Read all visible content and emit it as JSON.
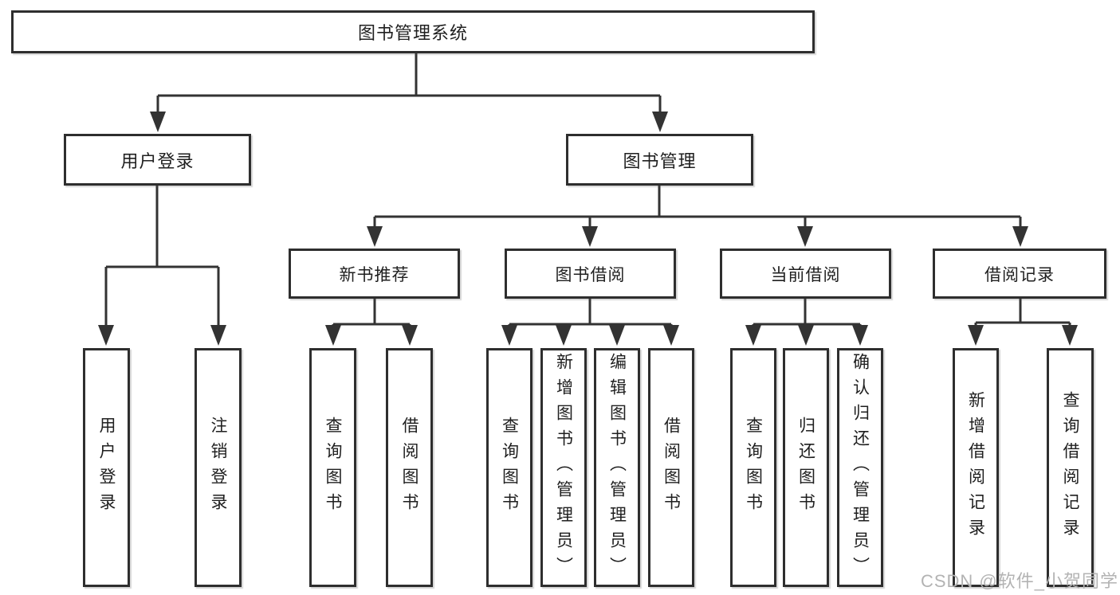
{
  "nodes": {
    "root": "图书管理系统",
    "level2": [
      {
        "label": "用户登录",
        "children": [
          "用户登录",
          "注销登录"
        ]
      },
      {
        "label": "图书管理"
      }
    ],
    "level3": [
      {
        "label": "新书推荐",
        "children": [
          "查询图书",
          "借阅图书"
        ]
      },
      {
        "label": "图书借阅",
        "children": [
          "查询图书",
          "新增图书（管理员）",
          "编辑图书（管理员）",
          "借阅图书"
        ]
      },
      {
        "label": "当前借阅",
        "children": [
          "查询图书",
          "归还图书",
          "确认归还（管理员）"
        ]
      },
      {
        "label": "借阅记录",
        "children": [
          "新增借阅记录",
          "查询借阅记录"
        ]
      }
    ]
  },
  "watermark": "CSDN @软件_小贺同学",
  "colors": {
    "line": "#333333",
    "border": "#2e2e2e",
    "text": "#1f1f1f",
    "watermark": "#b3b3b3",
    "background": "#ffffff"
  }
}
